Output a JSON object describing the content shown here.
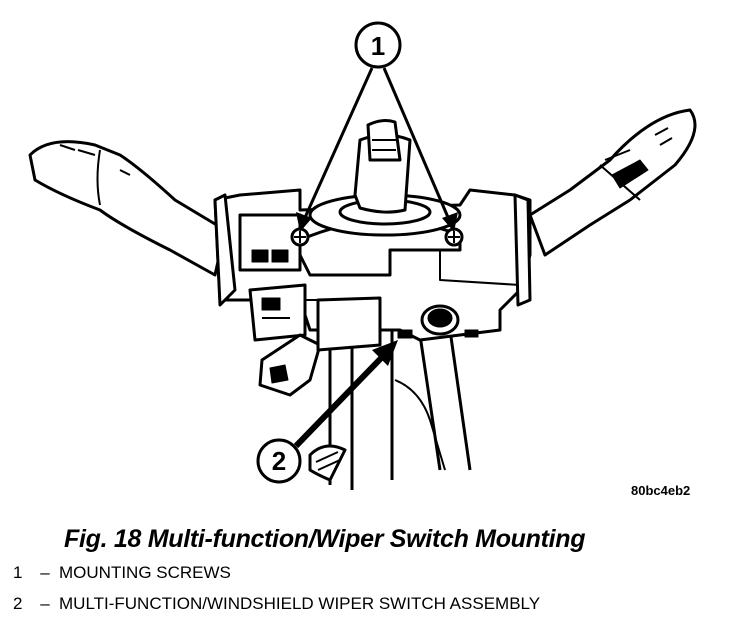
{
  "figure_id": "80bc4eb2",
  "caption": "Fig. 18 Multi-function/Wiper Switch Mounting",
  "callouts": [
    "1",
    "2"
  ],
  "legend": [
    {
      "number": "1",
      "dash": "–",
      "text": "MOUNTING SCREWS"
    },
    {
      "number": "2",
      "dash": "–",
      "text": "MULTI-FUNCTION/WINDSHIELD WIPER SWITCH ASSEMBLY"
    }
  ]
}
